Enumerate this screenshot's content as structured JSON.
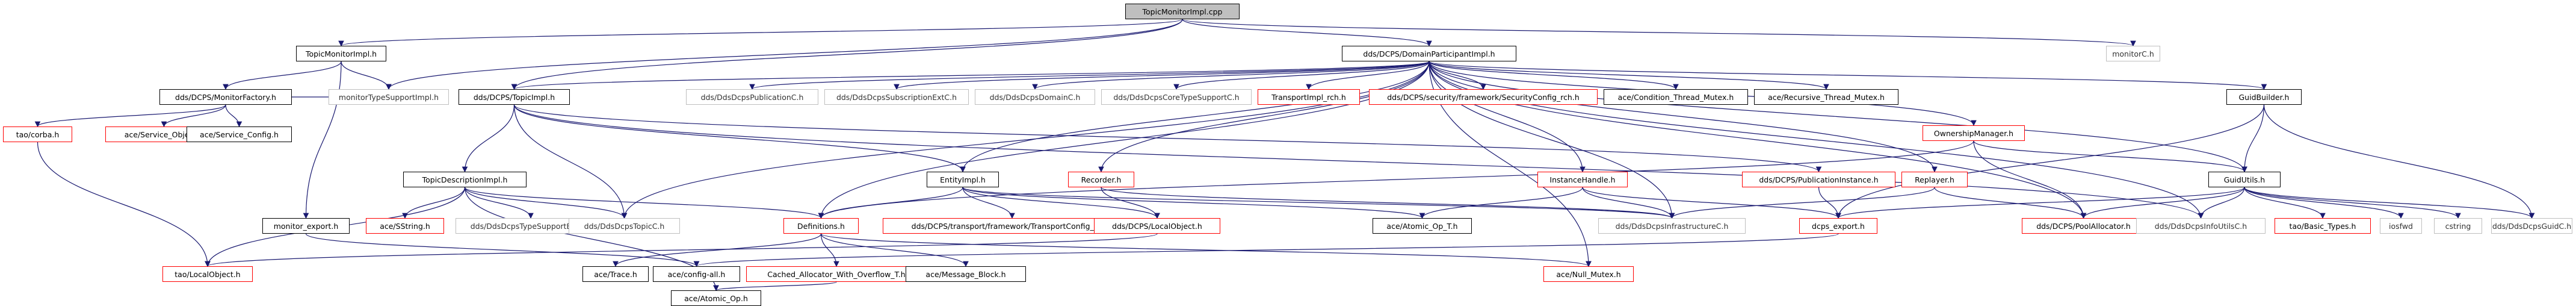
{
  "graph": {
    "root": "TopicMonitorImpl.cpp",
    "nodes": [
      {
        "id": "topicmonitorimpl_cpp",
        "label": "TopicMonitorImpl.cpp",
        "style": "root"
      },
      {
        "id": "topicmonitorimpl_h",
        "label": "TopicMonitorImpl.h",
        "style": "normal"
      },
      {
        "id": "dds_domainparticipantimpl_h",
        "label": "dds/DCPS/DomainParticipantImpl.h",
        "style": "normal"
      },
      {
        "id": "monitorc_h",
        "label": "monitorC.h",
        "style": "ext"
      },
      {
        "id": "dds_monitorfactory_h",
        "label": "dds/DCPS/MonitorFactory.h",
        "style": "normal"
      },
      {
        "id": "monitortypesupportimpl_h",
        "label": "monitorTypeSupportImpl.h",
        "style": "ext"
      },
      {
        "id": "dds_topicimpl_h",
        "label": "dds/DCPS/TopicImpl.h",
        "style": "normal"
      },
      {
        "id": "ddsdcpspublicationc_h",
        "label": "dds/DdsDcpsPublicationC.h",
        "style": "ext"
      },
      {
        "id": "ddsdcpssubscriptionextc_h",
        "label": "dds/DdsDcpsSubscriptionExtC.h",
        "style": "ext"
      },
      {
        "id": "ddsdcpsdomainc_h",
        "label": "dds/DdsDcpsDomainC.h",
        "style": "ext"
      },
      {
        "id": "ddsdcpscoretypesupportc_h",
        "label": "dds/DdsDcpsCoreTypeSupportC.h",
        "style": "ext"
      },
      {
        "id": "transportimpl_rch_h",
        "label": "TransportImpl_rch.h",
        "style": "warn"
      },
      {
        "id": "dds_security_framework_securityconfig_rch_h",
        "label": "dds/DCPS/security/framework/SecurityConfig_rch.h",
        "style": "warn"
      },
      {
        "id": "ace_condition_thread_mutex_h",
        "label": "ace/Condition_Thread_Mutex.h",
        "style": "normal"
      },
      {
        "id": "ace_recursive_thread_mutex_h",
        "label": "ace/Recursive_Thread_Mutex.h",
        "style": "normal"
      },
      {
        "id": "guidbuilder_h",
        "label": "GuidBuilder.h",
        "style": "normal"
      },
      {
        "id": "tao_corba_h",
        "label": "tao/corba.h",
        "style": "warn"
      },
      {
        "id": "ace_service_object_h",
        "label": "ace/Service_Object.h",
        "style": "warn"
      },
      {
        "id": "ace_service_config_h",
        "label": "ace/Service_Config.h",
        "style": "normal"
      },
      {
        "id": "ownershipmanager_h",
        "label": "OwnershipManager.h",
        "style": "warn"
      },
      {
        "id": "topicdescriptionimpl_h",
        "label": "TopicDescriptionImpl.h",
        "style": "normal"
      },
      {
        "id": "entityimpl_h",
        "label": "EntityImpl.h",
        "style": "normal"
      },
      {
        "id": "recorder_h",
        "label": "Recorder.h",
        "style": "warn"
      },
      {
        "id": "instancehandle_h",
        "label": "InstanceHandle.h",
        "style": "warn"
      },
      {
        "id": "dds_publicationinstance_h",
        "label": "dds/DCPS/PublicationInstance.h",
        "style": "warn"
      },
      {
        "id": "replayer_h",
        "label": "Replayer.h",
        "style": "warn"
      },
      {
        "id": "guidutils_h",
        "label": "GuidUtils.h",
        "style": "normal"
      },
      {
        "id": "monitor_export_h",
        "label": "monitor_export.h",
        "style": "normal"
      },
      {
        "id": "ace_sstring_h",
        "label": "ace/SString.h",
        "style": "warn"
      },
      {
        "id": "ddsdcpstypesupportextc_h",
        "label": "dds/DdsDcpsTypeSupportExtC.h",
        "style": "ext"
      },
      {
        "id": "ddsdcpstopicc_h",
        "label": "dds/DdsDcpsTopicC.h",
        "style": "ext"
      },
      {
        "id": "definitions_h",
        "label": "Definitions.h",
        "style": "warn"
      },
      {
        "id": "dds_transport_framework_transportconfig_rch_h",
        "label": "dds/DCPS/transport/framework/TransportConfig_rch.h",
        "style": "warn"
      },
      {
        "id": "dds_localobject_h",
        "label": "dds/DCPS/LocalObject.h",
        "style": "warn"
      },
      {
        "id": "ace_atomic_op_t_h",
        "label": "ace/Atomic_Op_T.h",
        "style": "normal"
      },
      {
        "id": "ddsdcpsinfrastructurec_h",
        "label": "dds/DdsDcpsInfrastructureC.h",
        "style": "ext"
      },
      {
        "id": "dcps_export_h",
        "label": "dcps_export.h",
        "style": "warn"
      },
      {
        "id": "dds_poolallocator_h",
        "label": "dds/DCPS/PoolAllocator.h",
        "style": "warn"
      },
      {
        "id": "ddsdcpsinfoutilsc_h",
        "label": "dds/DdsDcpsInfoUtilsC.h",
        "style": "ext"
      },
      {
        "id": "tao_basic_types_h",
        "label": "tao/Basic_Types.h",
        "style": "warn"
      },
      {
        "id": "iosfwd",
        "label": "iosfwd",
        "style": "ext"
      },
      {
        "id": "cstring",
        "label": "cstring",
        "style": "ext"
      },
      {
        "id": "ddsdcpsguidc_h",
        "label": "dds/DdsDcpsGuidC.h",
        "style": "ext"
      },
      {
        "id": "tao_localobject_h",
        "label": "tao/LocalObject.h",
        "style": "warn"
      },
      {
        "id": "ace_trace_h",
        "label": "ace/Trace.h",
        "style": "normal"
      },
      {
        "id": "ace_config_all_h",
        "label": "ace/config-all.h",
        "style": "normal"
      },
      {
        "id": "cached_allocator_with_overflow_t_h",
        "label": "Cached_Allocator_With_Overflow_T.h",
        "style": "warn"
      },
      {
        "id": "ace_message_block_h",
        "label": "ace/Message_Block.h",
        "style": "normal"
      },
      {
        "id": "ace_null_mutex_h",
        "label": "ace/Null_Mutex.h",
        "style": "warn"
      },
      {
        "id": "ace_atomic_op_h",
        "label": "ace/Atomic_Op.h",
        "style": "normal"
      }
    ],
    "edges": [
      [
        "topicmonitorimpl_cpp",
        "topicmonitorimpl_h"
      ],
      [
        "topicmonitorimpl_cpp",
        "dds_domainparticipantimpl_h"
      ],
      [
        "topicmonitorimpl_cpp",
        "monitorc_h"
      ],
      [
        "topicmonitorimpl_cpp",
        "monitortypesupportimpl_h"
      ],
      [
        "topicmonitorimpl_cpp",
        "dds_topicimpl_h"
      ],
      [
        "topicmonitorimpl_h",
        "dds_monitorfactory_h"
      ],
      [
        "topicmonitorimpl_h",
        "monitortypesupportimpl_h"
      ],
      [
        "topicmonitorimpl_h",
        "monitor_export_h"
      ],
      [
        "dds_monitorfactory_h",
        "tao_corba_h"
      ],
      [
        "dds_monitorfactory_h",
        "ace_service_object_h"
      ],
      [
        "dds_monitorfactory_h",
        "ace_service_config_h"
      ],
      [
        "dds_monitorfactory_h",
        "monitortypesupportimpl_h"
      ],
      [
        "dds_domainparticipantimpl_h",
        "ddsdcpspublicationc_h"
      ],
      [
        "dds_domainparticipantimpl_h",
        "ddsdcpssubscriptionextc_h"
      ],
      [
        "dds_domainparticipantimpl_h",
        "ddsdcpsdomainc_h"
      ],
      [
        "dds_domainparticipantimpl_h",
        "ddsdcpscoretypesupportc_h"
      ],
      [
        "dds_domainparticipantimpl_h",
        "transportimpl_rch_h"
      ],
      [
        "dds_domainparticipantimpl_h",
        "dds_security_framework_securityconfig_rch_h"
      ],
      [
        "dds_domainparticipantimpl_h",
        "ace_condition_thread_mutex_h"
      ],
      [
        "dds_domainparticipantimpl_h",
        "ace_recursive_thread_mutex_h"
      ],
      [
        "dds_domainparticipantimpl_h",
        "guidbuilder_h"
      ],
      [
        "dds_domainparticipantimpl_h",
        "ownershipmanager_h"
      ],
      [
        "dds_domainparticipantimpl_h",
        "dds_topicimpl_h"
      ],
      [
        "dds_domainparticipantimpl_h",
        "entityimpl_h"
      ],
      [
        "dds_domainparticipantimpl_h",
        "instancehandle_h"
      ],
      [
        "dds_domainparticipantimpl_h",
        "replayer_h"
      ],
      [
        "dds_domainparticipantimpl_h",
        "recorder_h"
      ],
      [
        "dds_domainparticipantimpl_h",
        "guidutils_h"
      ],
      [
        "dds_domainparticipantimpl_h",
        "ddsdcpstopicc_h"
      ],
      [
        "dds_domainparticipantimpl_h",
        "definitions_h"
      ],
      [
        "dds_domainparticipantimpl_h",
        "dds_poolallocator_h"
      ],
      [
        "dds_domainparticipantimpl_h",
        "ddsdcpsinfoutilsc_h"
      ],
      [
        "dds_domainparticipantimpl_h",
        "ddsdcpsinfrastructurec_h"
      ],
      [
        "dds_domainparticipantimpl_h",
        "ace_null_mutex_h"
      ],
      [
        "dds_topicimpl_h",
        "topicdescriptionimpl_h"
      ],
      [
        "dds_topicimpl_h",
        "ddsdcpstopicc_h"
      ],
      [
        "dds_topicimpl_h",
        "entityimpl_h"
      ],
      [
        "dds_topicimpl_h",
        "dds_publicationinstance_h"
      ],
      [
        "dds_topicimpl_h",
        "ddsdcpsinfoutilsc_h"
      ],
      [
        "topicdescriptionimpl_h",
        "ace_sstring_h"
      ],
      [
        "topicdescriptionimpl_h",
        "ddsdcpstypesupportextc_h"
      ],
      [
        "topicdescriptionimpl_h",
        "ddsdcpstopicc_h"
      ],
      [
        "topicdescriptionimpl_h",
        "definitions_h"
      ],
      [
        "topicdescriptionimpl_h",
        "tao_localobject_h"
      ],
      [
        "topicdescriptionimpl_h",
        "ace_atomic_op_h"
      ],
      [
        "entityimpl_h",
        "definitions_h"
      ],
      [
        "entityimpl_h",
        "dds_transport_framework_transportconfig_rch_h"
      ],
      [
        "entityimpl_h",
        "dds_localobject_h"
      ],
      [
        "entityimpl_h",
        "ace_atomic_op_t_h"
      ],
      [
        "entityimpl_h",
        "ddsdcpsinfrastructurec_h"
      ],
      [
        "recorder_h",
        "dds_localobject_h"
      ],
      [
        "recorder_h",
        "ddsdcpsinfrastructurec_h"
      ],
      [
        "ownershipmanager_h",
        "definitions_h"
      ],
      [
        "ownershipmanager_h",
        "guidutils_h"
      ],
      [
        "ownershipmanager_h",
        "dds_poolallocator_h"
      ],
      [
        "instancehandle_h",
        "ddsdcpsinfrastructurec_h"
      ],
      [
        "instancehandle_h",
        "dcps_export_h"
      ],
      [
        "instancehandle_h",
        "ace_atomic_op_t_h"
      ],
      [
        "dds_publicationinstance_h",
        "dcps_export_h"
      ],
      [
        "replayer_h",
        "dds_poolallocator_h"
      ],
      [
        "replayer_h",
        "ddsdcpsinfrastructurec_h"
      ],
      [
        "guidbuilder_h",
        "guidutils_h"
      ],
      [
        "guidbuilder_h",
        "ddsdcpsguidc_h"
      ],
      [
        "guidbuilder_h",
        "dcps_export_h"
      ],
      [
        "guidutils_h",
        "dds_poolallocator_h"
      ],
      [
        "guidutils_h",
        "ddsdcpsinfoutilsc_h"
      ],
      [
        "guidutils_h",
        "tao_basic_types_h"
      ],
      [
        "guidutils_h",
        "iosfwd"
      ],
      [
        "guidutils_h",
        "cstring"
      ],
      [
        "guidutils_h",
        "ddsdcpsguidc_h"
      ],
      [
        "guidutils_h",
        "dcps_export_h"
      ],
      [
        "monitor_export_h",
        "ace_config_all_h"
      ],
      [
        "tao_corba_h",
        "tao_localobject_h"
      ],
      [
        "definitions_h",
        "cached_allocator_with_overflow_t_h"
      ],
      [
        "definitions_h",
        "ace_message_block_h"
      ],
      [
        "definitions_h",
        "ace_trace_h"
      ],
      [
        "definitions_h",
        "ace_null_mutex_h"
      ],
      [
        "cached_allocator_with_overflow_t_h",
        "ace_atomic_op_h"
      ],
      [
        "dds_localobject_h",
        "tao_localobject_h"
      ],
      [
        "dcps_export_h",
        "ace_config_all_h"
      ]
    ]
  }
}
